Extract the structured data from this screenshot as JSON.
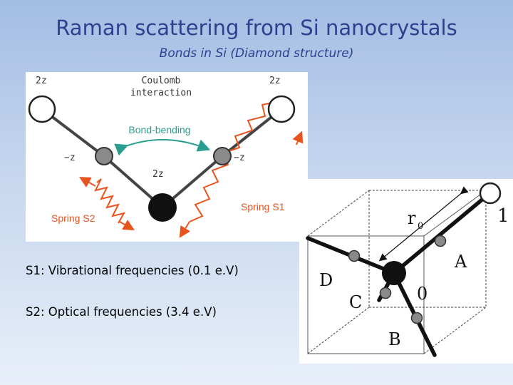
{
  "slide": {
    "title": "Raman scattering from Si nanocrystals",
    "subtitle": "Bonds in Si (Diamond structure)"
  },
  "left_diagram": {
    "charge_top_left": "2z",
    "charge_top_right": "2z",
    "coulomb_line1": "Coulomb",
    "coulomb_line2": "interaction",
    "bond_bending": "Bond-bending",
    "charge_mid_left": "−z",
    "charge_mid_right": "−z",
    "charge_center": "2z",
    "spring_s1": "Spring S1",
    "spring_s2": "Spring S2",
    "accent_color": "#e8541e"
  },
  "right_diagram": {
    "label_r0": "r",
    "label_r0_sub": "0",
    "label_1": "1",
    "label_A": "A",
    "label_D": "D",
    "label_C": "C",
    "label_0": "0",
    "label_B": "B"
  },
  "statements": {
    "s1": "S1: Vibrational frequencies (0.1 e.V)",
    "s2": "S2: Optical frequencies (3.4 e.V)"
  }
}
